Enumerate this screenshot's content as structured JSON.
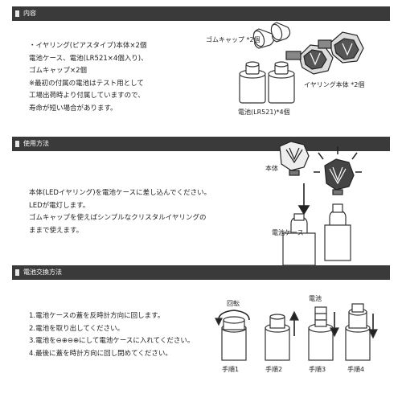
{
  "sections": {
    "contents": {
      "title": "内容",
      "lines": [
        "・イヤリング(ピアスタイプ)本体×2個",
        "電池ケース、電池(LR521×4個入り)、",
        "ゴムキャップ×2個",
        "※最初の付属の電池はテスト用として",
        "工場出荷時より付属していますので、",
        "寿命が短い場合があります。"
      ],
      "labels": {
        "rubber_cap": "ゴムキャップ *2個",
        "earring_body": "イヤリング本体 *2個",
        "battery": "電池(LR521)*4個"
      }
    },
    "usage": {
      "title": "使用方法",
      "lines": [
        "本体(LEDイヤリング)を電池ケースに差し込んでください。",
        "LEDが電灯します。",
        "ゴムキャップを使えばシンプルなクリスタルイヤリングの",
        "ままで使えます。"
      ],
      "labels": {
        "body": "本体",
        "battery_case": "電池ケース"
      }
    },
    "battery_replace": {
      "title": "電池交換方法",
      "lines": [
        "1.電池ケースの蓋を反時計方向に回します。",
        "2.電池を取り出してください。",
        "3.電池を⊖⊕⊖⊕にして電池ケースに入れてください。",
        "4.最後に蓋を時計方向に回し閉めてください。"
      ],
      "labels": {
        "rotate": "回転",
        "battery": "電池",
        "step1": "手順1",
        "step2": "手順2",
        "step3": "手順3",
        "step4": "手順4"
      }
    }
  }
}
